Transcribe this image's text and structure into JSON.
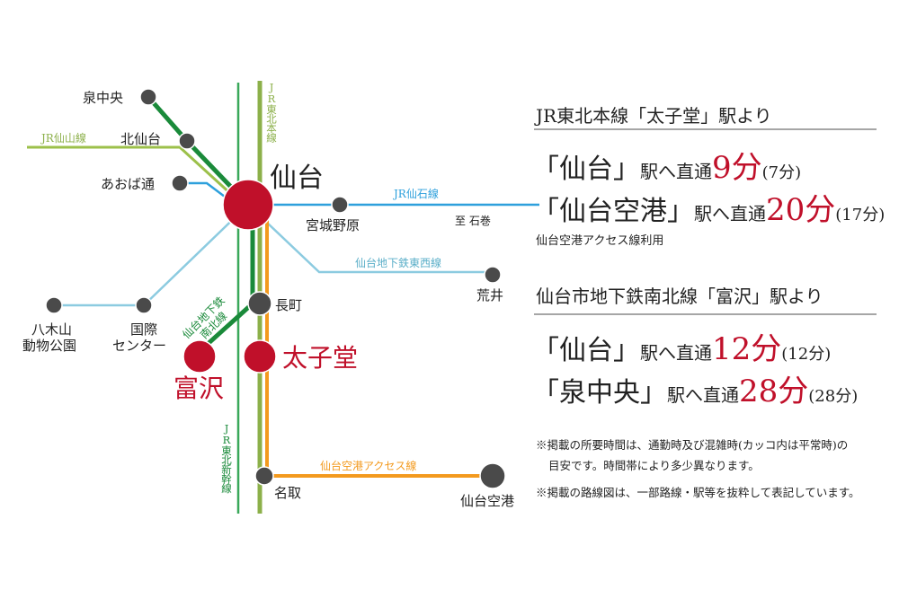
{
  "colors": {
    "red": "#c0102a",
    "tohoku_main": "#8cb04a",
    "shinkansen": "#3aa85a",
    "namboku": "#1a8a3a",
    "airport": "#f39a1e",
    "senseki": "#2ea0dc",
    "tozai": "#8ccbe0",
    "senzan": "#9cc04a",
    "text": "#222222"
  },
  "map": {
    "lines": {
      "senzan": "JR仙山線",
      "tohoku_main": "JR東北本線",
      "senseki": "JR仙石線",
      "tozai": "仙台地下鉄東西線",
      "namboku_1": "仙台地下鉄",
      "namboku_2": "南北線",
      "shinkansen": "JR東北新幹線",
      "airport": "仙台空港アクセス線",
      "senseki_dir": "至 石巻"
    },
    "stations": {
      "izumichuo": "泉中央",
      "kitasendai": "北仙台",
      "aobadori": "あおば通",
      "sendai": "仙台",
      "miyaginohara": "宮城野原",
      "arai": "荒井",
      "yagiyama_1": "八木山",
      "yagiyama_2": "動物公園",
      "kokusai_1": "国際",
      "kokusai_2": "センター",
      "nagamachi": "長町",
      "taishido": "太子堂",
      "tomizawa": "富沢",
      "natori": "名取",
      "sendai_airport": "仙台空港"
    }
  },
  "info": {
    "section1": {
      "title": "JR東北本線「太子堂」駅より",
      "routes": [
        {
          "dest": "「仙台」",
          "via": "駅へ直通",
          "time": "9分",
          "normal": "(7分)"
        },
        {
          "dest": "「仙台空港」",
          "via": "駅へ直通",
          "time": "20分",
          "normal": "(17分)"
        }
      ],
      "note": "仙台空港アクセス線利用"
    },
    "section2": {
      "title": "仙台市地下鉄南北線「富沢」駅より",
      "routes": [
        {
          "dest": "「仙台」",
          "via": "駅へ直通",
          "time": "12分",
          "normal": "(12分)"
        },
        {
          "dest": "「泉中央」",
          "via": "駅へ直通",
          "time": "28分",
          "normal": "(28分)"
        }
      ]
    },
    "notes": [
      "※掲載の所要時間は、通勤時及び混雑時(カッコ内は平常時)の",
      "目安です。時間帯により多少異なります。",
      "※掲載の路線図は、一部路線・駅等を抜粋して表記しています。"
    ]
  }
}
